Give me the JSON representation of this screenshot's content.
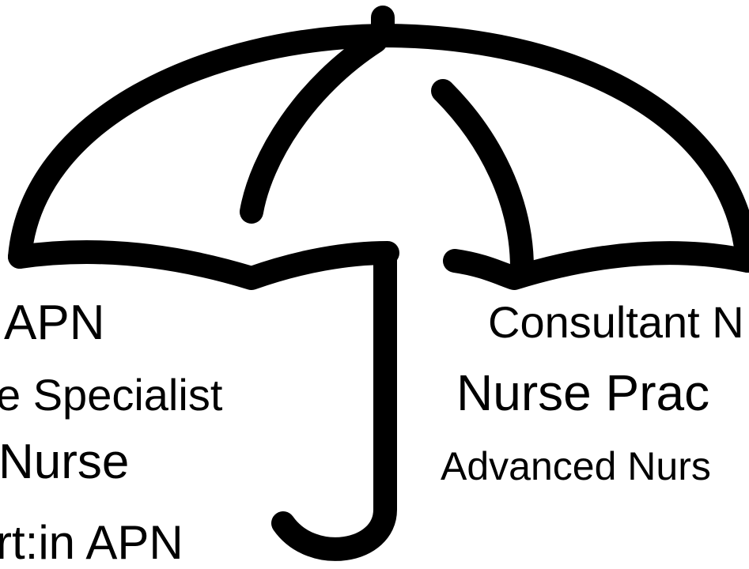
{
  "left_labels": [
    "APN",
    "e Specialist",
    "Nurse",
    "rt:in APN"
  ],
  "right_labels": [
    "Consultant N",
    "Nurse Prac",
    "Advanced Nurs"
  ],
  "colors": {
    "stroke": "#000000",
    "background": "#ffffff"
  },
  "icon": "umbrella-icon"
}
